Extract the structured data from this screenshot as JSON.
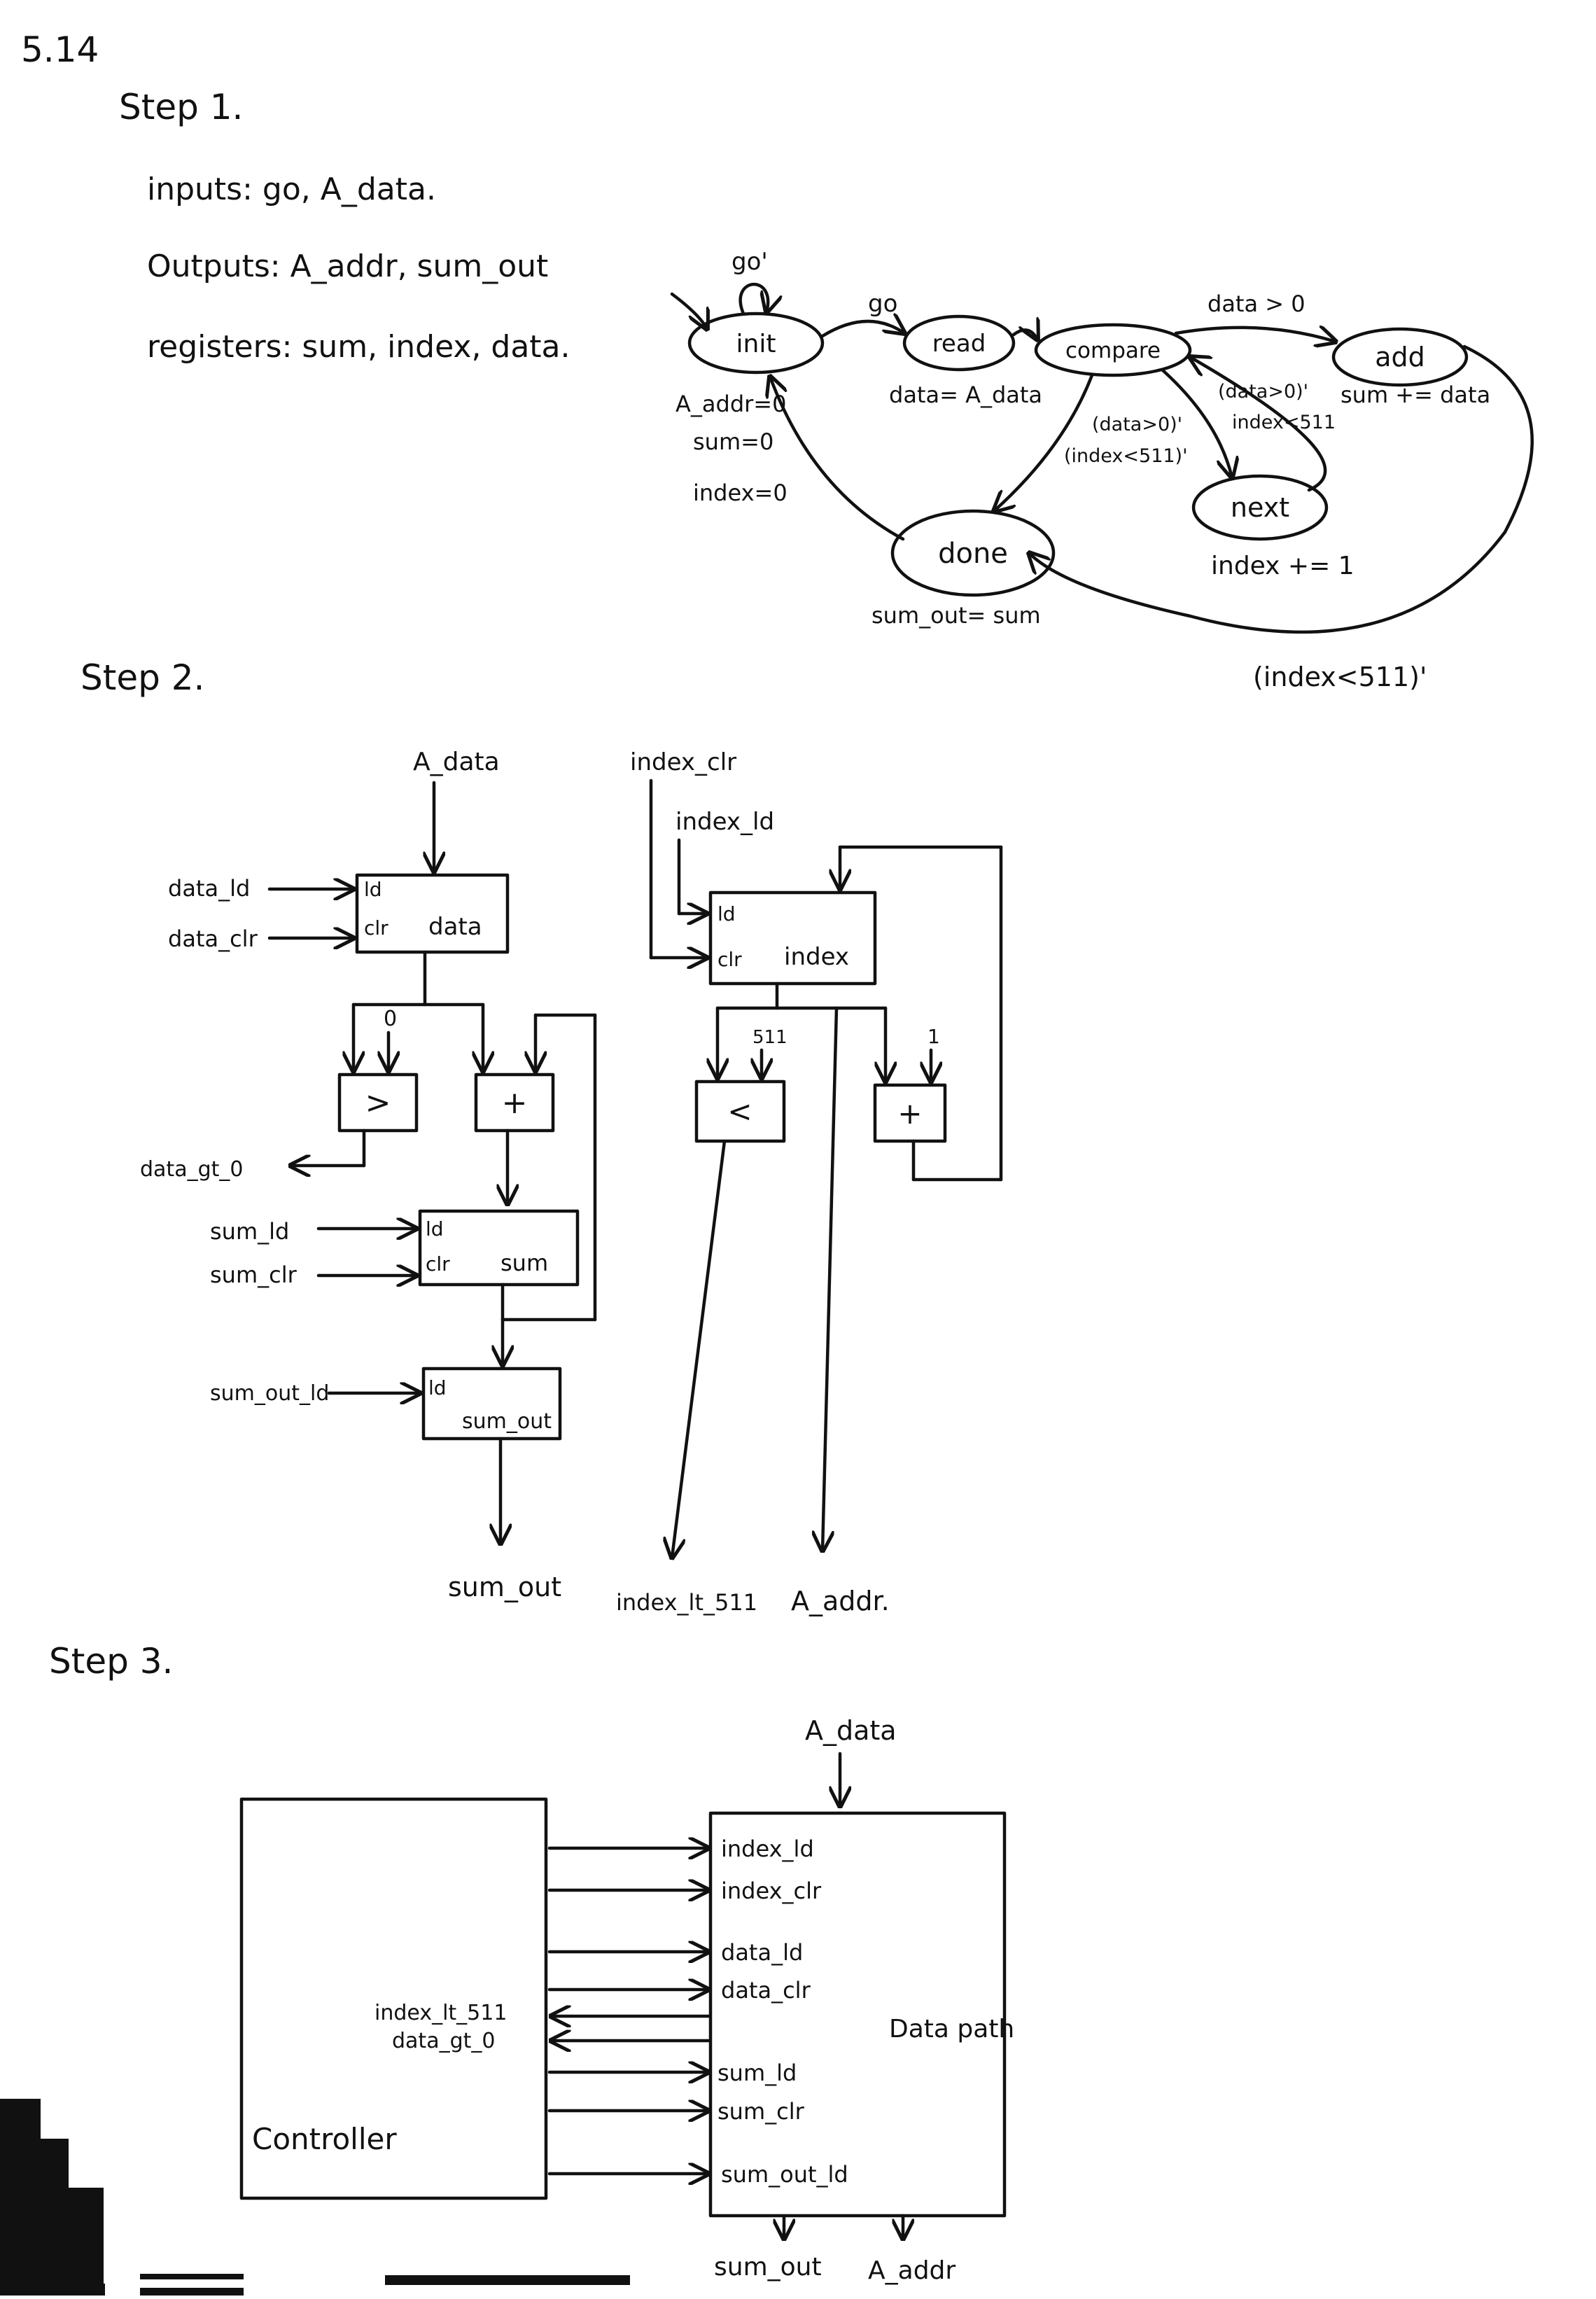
{
  "problem_number": "5.14",
  "step1": {
    "heading": "Step 1.",
    "inputs": "inputs: go, A_data.",
    "outputs": "Outputs: A_addr, sum_out",
    "registers": "registers: sum, index, data.",
    "fsm": {
      "states": {
        "init": "init",
        "read": "read",
        "compare": "compare",
        "add": "add",
        "next": "next",
        "done": "done"
      },
      "actions": {
        "init_addr": "A_addr=0",
        "init_sum": "sum=0",
        "init_index": "index=0",
        "read": "data= A_data",
        "add": "sum += data",
        "next": "index += 1",
        "done": "sum_out= sum"
      },
      "transitions": {
        "go_not": "go'",
        "go": "go",
        "data_gt_0": "data > 0",
        "compare_done_1": "(data>0)'",
        "compare_done_2": "(index<511)'",
        "compare_next_1": "(data>0)'",
        "compare_next_2": "index<511",
        "add_done": "(index<511)'"
      }
    }
  },
  "step2": {
    "heading": "Step 2.",
    "inputs": {
      "a_data": "A_data",
      "data_ld": "data_ld",
      "data_clr": "data_clr",
      "index_clr": "index_clr",
      "index_ld": "index_ld",
      "sum_ld": "sum_ld",
      "sum_clr": "sum_clr",
      "sum_out_ld": "sum_out_ld"
    },
    "registers": {
      "data": {
        "ld": "ld",
        "clr": "clr",
        "name": "data"
      },
      "index": {
        "ld": "ld",
        "clr": "clr",
        "name": "index"
      },
      "sum": {
        "ld": "ld",
        "clr": "clr",
        "name": "sum"
      },
      "sum_out": {
        "ld": "ld",
        "name": "sum_out"
      }
    },
    "operators": {
      "gt": ">",
      "plus": "+",
      "lt": "<",
      "inc": "+"
    },
    "constants": {
      "zero": "0",
      "c511": "511",
      "one": "1"
    },
    "outputs": {
      "data_gt_0": "data_gt_0",
      "sum_out": "sum_out",
      "index_lt_511": "index_lt_511",
      "a_addr": "A_addr."
    }
  },
  "step3": {
    "heading": "Step 3.",
    "a_data": "A_data",
    "controller": "Controller",
    "datapath": "Data path",
    "signals": [
      "index_ld",
      "index_clr",
      "data_ld",
      "data_clr",
      "sum_ld",
      "sum_clr",
      "sum_out_ld"
    ],
    "feedback": [
      "index_lt_511",
      "data_gt_0"
    ],
    "outputs": {
      "sum_out": "sum_out",
      "a_addr": "A_addr"
    }
  }
}
